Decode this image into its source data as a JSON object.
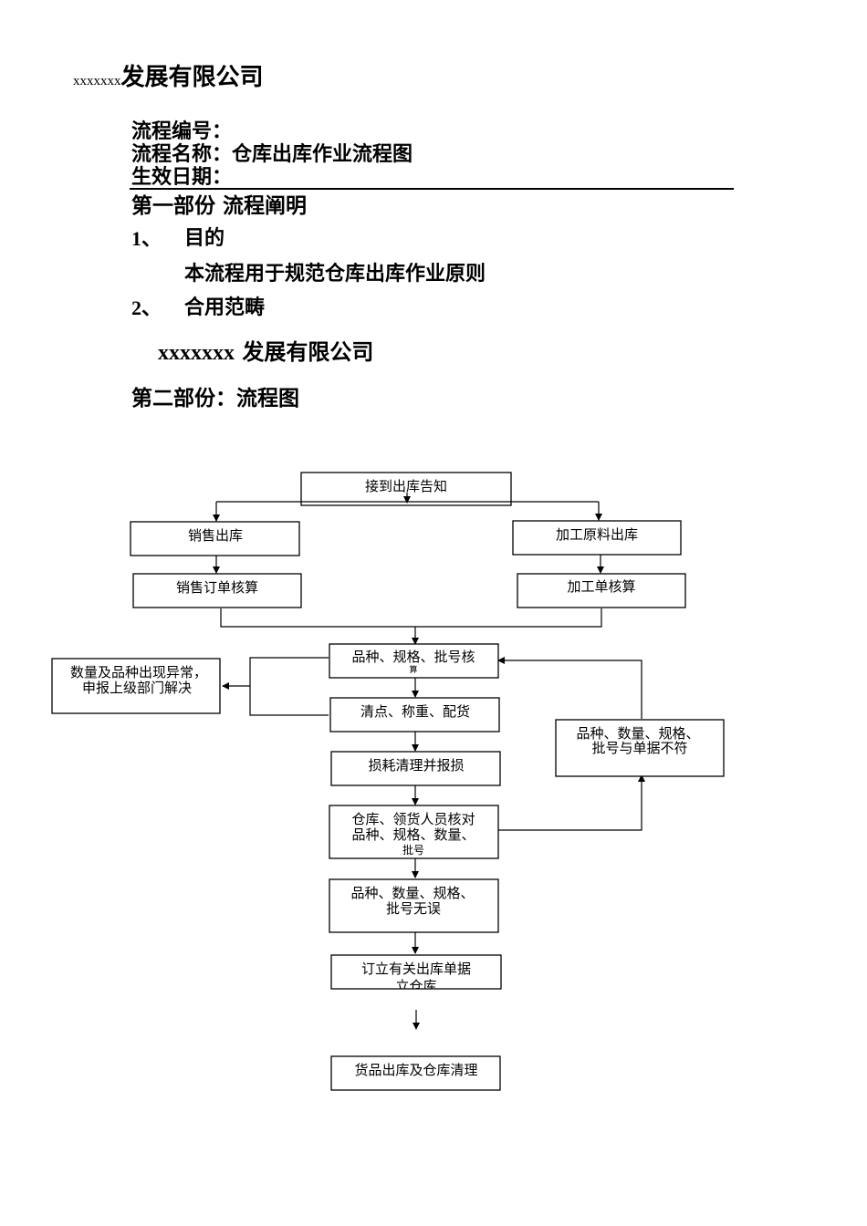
{
  "header": {
    "company_prefix": "xxxxxxx",
    "company_name": "发展有限公司"
  },
  "meta": {
    "process_no_label": "流程编号：",
    "process_name_label": "流程名称：仓库出库作业流程图",
    "effective_date_label": "生效日期："
  },
  "part1": {
    "title": "第一部份 流程阐明",
    "items": [
      {
        "num": "1、",
        "title": "目的",
        "body": "本流程用于规范仓库出库作业原则"
      },
      {
        "num": "2、",
        "title": "合用范畴"
      }
    ],
    "scope_company_prefix": "xxxxxxx",
    "scope_company_name": "发展有限公司"
  },
  "part2": {
    "title": "第二部份：流程图"
  },
  "flowchart": {
    "nodes": {
      "notice": "接到出库告知",
      "sales_out": "销售出库",
      "material_out": "加工原料出库",
      "sales_order_check": "销售订单核算",
      "processing_check": "加工单核算",
      "verify_spec": [
        "品种、规格、批号核",
        "算"
      ],
      "count_weigh": "清点、称重、配货",
      "loss_clear": "损耗清理并报损",
      "cross_check": [
        "仓库、领货人员核对",
        "品种、规格、数量、",
        "批号"
      ],
      "no_error": [
        "品种、数量、规格、",
        "批号无误"
      ],
      "make_docs": [
        "订立有关出库单据",
        "立仓库"
      ],
      "ship_clean": "货品出库及仓库清理",
      "anomaly": [
        "数量及品种出现异常，",
        "申报上级部门解决"
      ],
      "mismatch": [
        "品种、数量、规格、",
        "批号与单据不符"
      ]
    }
  }
}
